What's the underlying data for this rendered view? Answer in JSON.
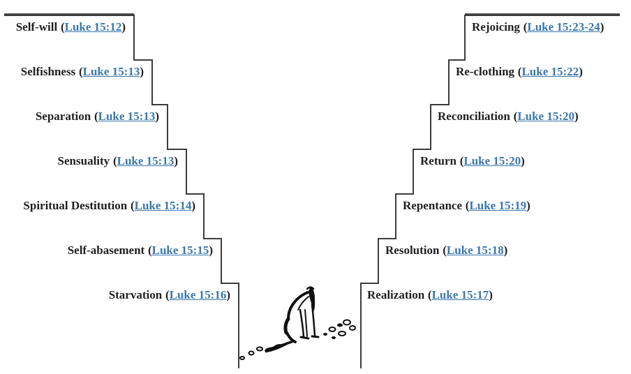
{
  "diagram": {
    "left_steps": [
      {
        "name": "Self-will",
        "ref": "Luke 15:12"
      },
      {
        "name": "Selfishness",
        "ref": "Luke 15:13"
      },
      {
        "name": "Separation",
        "ref": "Luke 15:13"
      },
      {
        "name": "Sensuality",
        "ref": "Luke 15:13"
      },
      {
        "name": "Spiritual Destitution",
        "ref": "Luke 15:14"
      },
      {
        "name": "Self-abasement",
        "ref": "Luke 15:15"
      },
      {
        "name": "Starvation",
        "ref": "Luke 15:16"
      }
    ],
    "right_steps": [
      {
        "name": "Rejoicing",
        "ref": "Luke 15:23-24"
      },
      {
        "name": "Re-clothing",
        "ref": "Luke 15:22"
      },
      {
        "name": "Reconciliation",
        "ref": "Luke 15:20"
      },
      {
        "name": "Return",
        "ref": "Luke 15:20"
      },
      {
        "name": "Repentance",
        "ref": "Luke 15:19"
      },
      {
        "name": "Resolution",
        "ref": "Luke 15:18"
      },
      {
        "name": "Realization",
        "ref": "Luke 15:17"
      }
    ],
    "punct": {
      "open": "(",
      "close": ")"
    },
    "colors": {
      "link_blue": "#3a77ad",
      "text_dark": "#1f1f1f",
      "line_gray": "#3c3c3c"
    },
    "icons": {
      "figure": "kneeling-figure-sketch",
      "pods": "husk-pods-sketch"
    }
  }
}
